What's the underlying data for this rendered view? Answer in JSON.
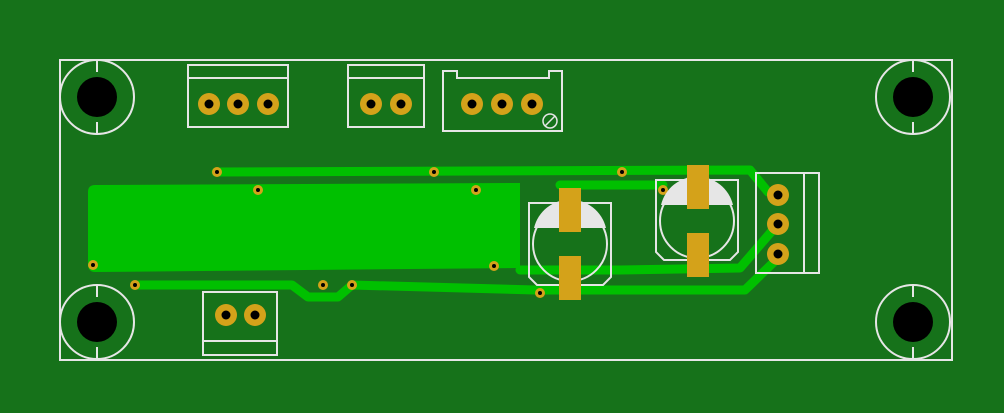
{
  "colors": {
    "background": "#16721a",
    "copper_pour": "#00c000",
    "trace": "#00c000",
    "pad": "#d4a21a",
    "drill": "#000000",
    "silkscreen": "#e6e6e6"
  },
  "components": {
    "mounting_holes": [
      "top-left",
      "top-right",
      "bottom-left",
      "bottom-right"
    ],
    "connectors": [
      {
        "name": "3-pin-terminal-top-left",
        "pins": 3
      },
      {
        "name": "2-pin-terminal-top-middle",
        "pins": 2
      },
      {
        "name": "3-pin-header-with-trimmer",
        "pins": 3
      },
      {
        "name": "2-pin-terminal-bottom",
        "pins": 2
      },
      {
        "name": "3-pin-terminal-right",
        "pins": 3
      }
    ],
    "capacitors": 2,
    "vias": 12
  }
}
